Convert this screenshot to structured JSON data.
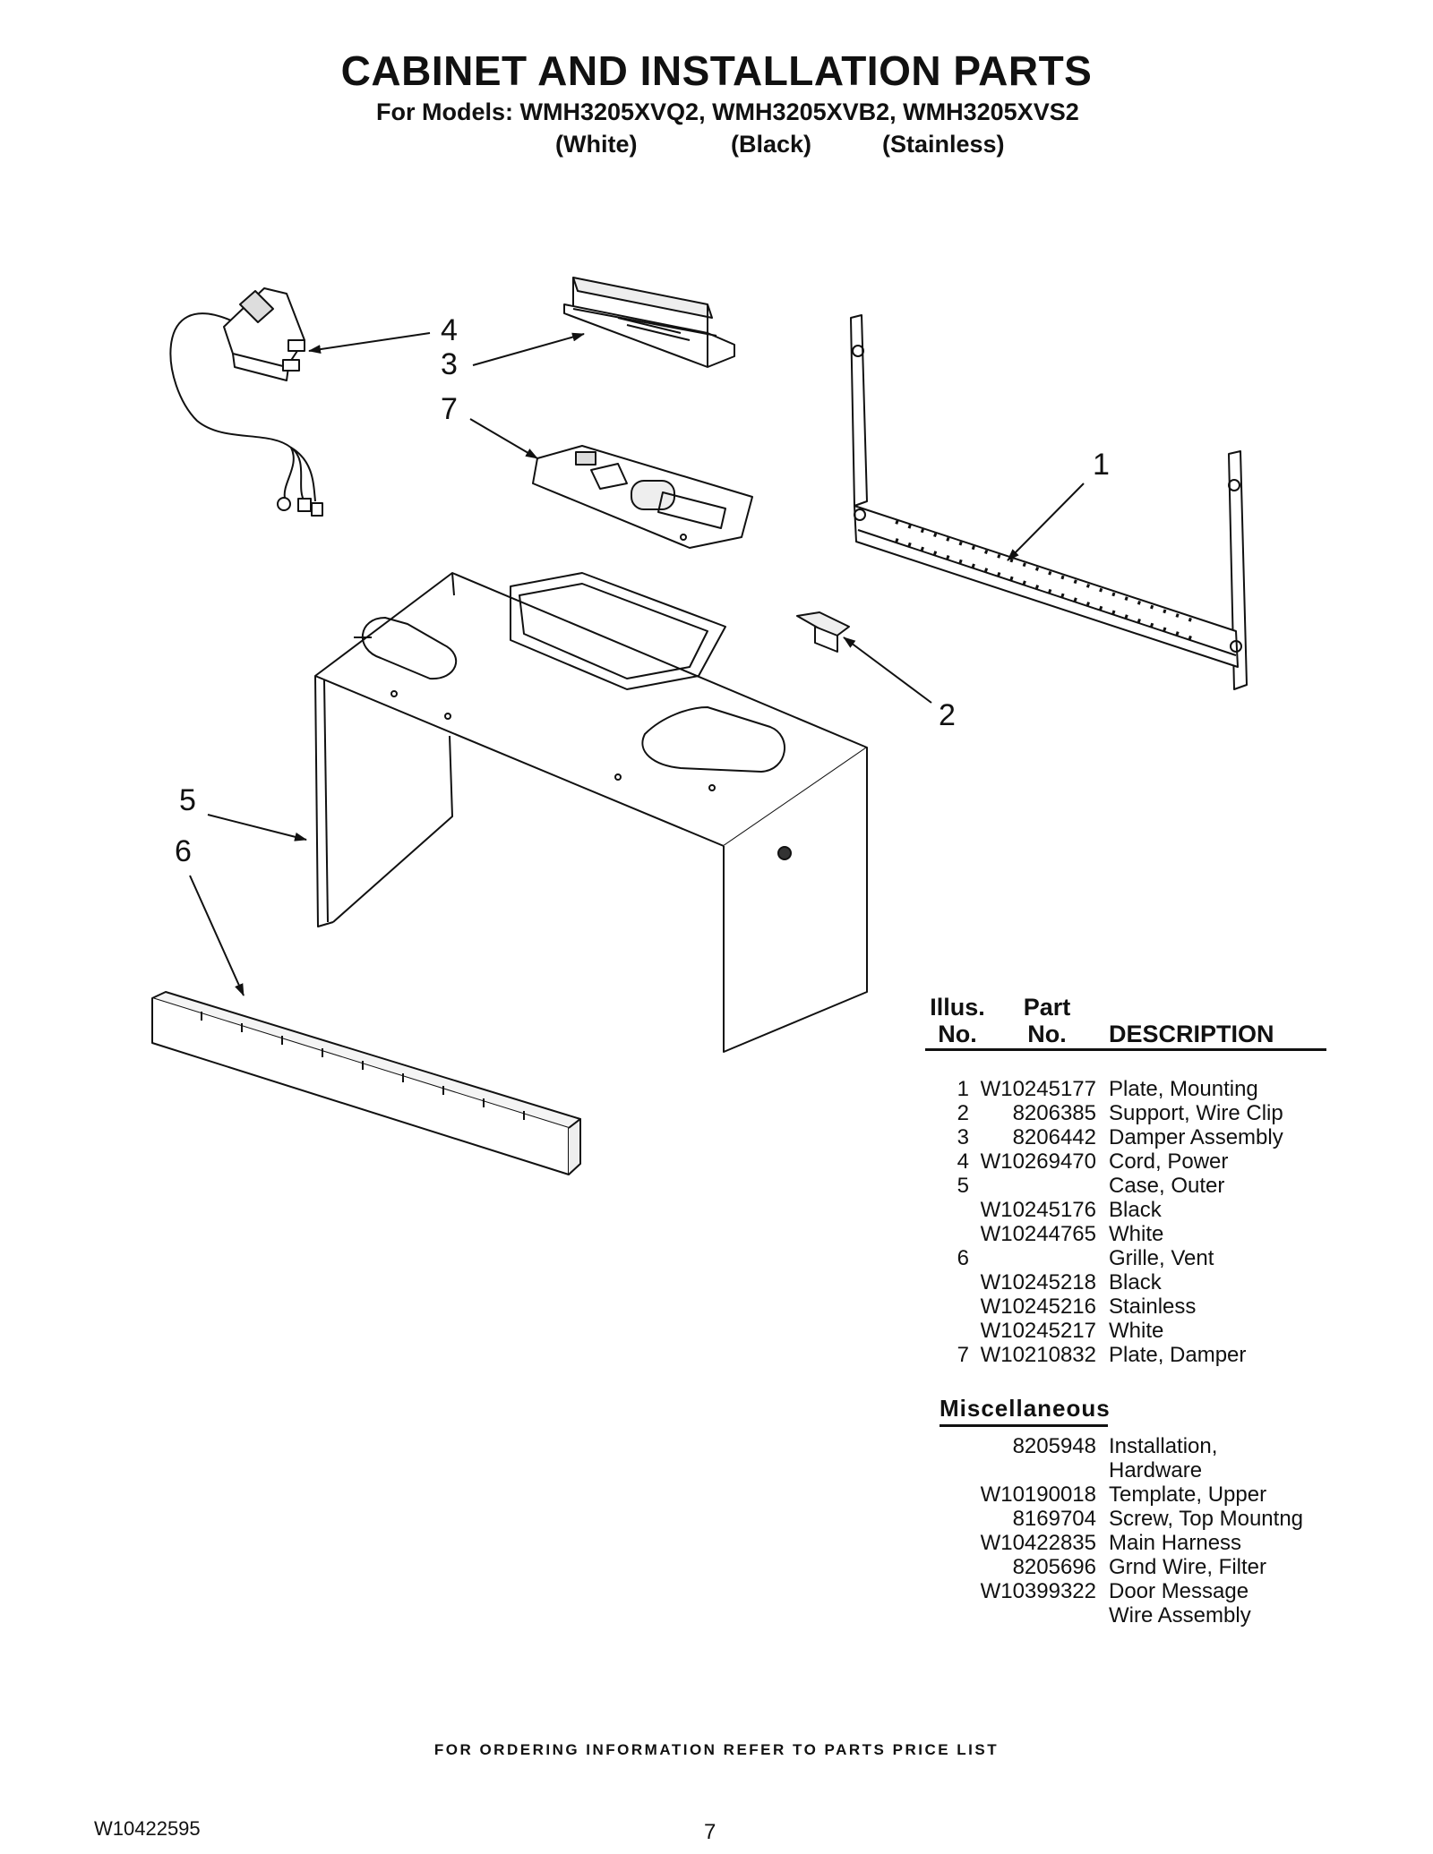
{
  "header": {
    "title": "CABINET AND INSTALLATION PARTS",
    "models": "For Models: WMH3205XVQ2, WMH3205XVB2, WMH3205XVS2",
    "colors": [
      "(White)",
      "(Black)",
      "(Stainless)"
    ]
  },
  "diagram": {
    "callouts": [
      "1",
      "2",
      "3",
      "4",
      "5",
      "6",
      "7"
    ]
  },
  "parts_table": {
    "headers": {
      "illus_line1": "Illus.",
      "illus_line2": "No.",
      "part_line1": "Part",
      "part_line2": "No.",
      "description": "DESCRIPTION"
    },
    "rows": [
      {
        "illus": "1",
        "part": "W10245177",
        "description": "Plate, Mounting"
      },
      {
        "illus": "2",
        "part": "8206385",
        "description": "Support, Wire Clip"
      },
      {
        "illus": "3",
        "part": "8206442",
        "description": "Damper Assembly"
      },
      {
        "illus": "4",
        "part": "W10269470",
        "description": "Cord, Power"
      },
      {
        "illus": "5",
        "part": "",
        "description": "Case, Outer"
      },
      {
        "illus": "",
        "part": "W10245176",
        "description": "Black"
      },
      {
        "illus": "",
        "part": "W10244765",
        "description": "White"
      },
      {
        "illus": "6",
        "part": "",
        "description": "Grille, Vent"
      },
      {
        "illus": "",
        "part": "W10245218",
        "description": "Black"
      },
      {
        "illus": "",
        "part": "W10245216",
        "description": "Stainless"
      },
      {
        "illus": "",
        "part": "W10245217",
        "description": "White"
      },
      {
        "illus": "7",
        "part": "W10210832",
        "description": "Plate, Damper"
      }
    ]
  },
  "miscellaneous": {
    "title": "Miscellaneous",
    "rows": [
      {
        "part": "8205948",
        "description": "Installation,"
      },
      {
        "part": "",
        "description": "Hardware"
      },
      {
        "part": "W10190018",
        "description": "Template, Upper"
      },
      {
        "part": "8169704",
        "description": "Screw, Top Mountng"
      },
      {
        "part": "W10422835",
        "description": "Main Harness"
      },
      {
        "part": "8205696",
        "description": "Grnd Wire, Filter"
      },
      {
        "part": "W10399322",
        "description": "Door Message"
      },
      {
        "part": "",
        "description": "Wire Assembly"
      }
    ]
  },
  "footer": {
    "note": "FOR ORDERING INFORMATION REFER TO PARTS PRICE LIST",
    "doc_number": "W10422595",
    "page_number": "7"
  }
}
